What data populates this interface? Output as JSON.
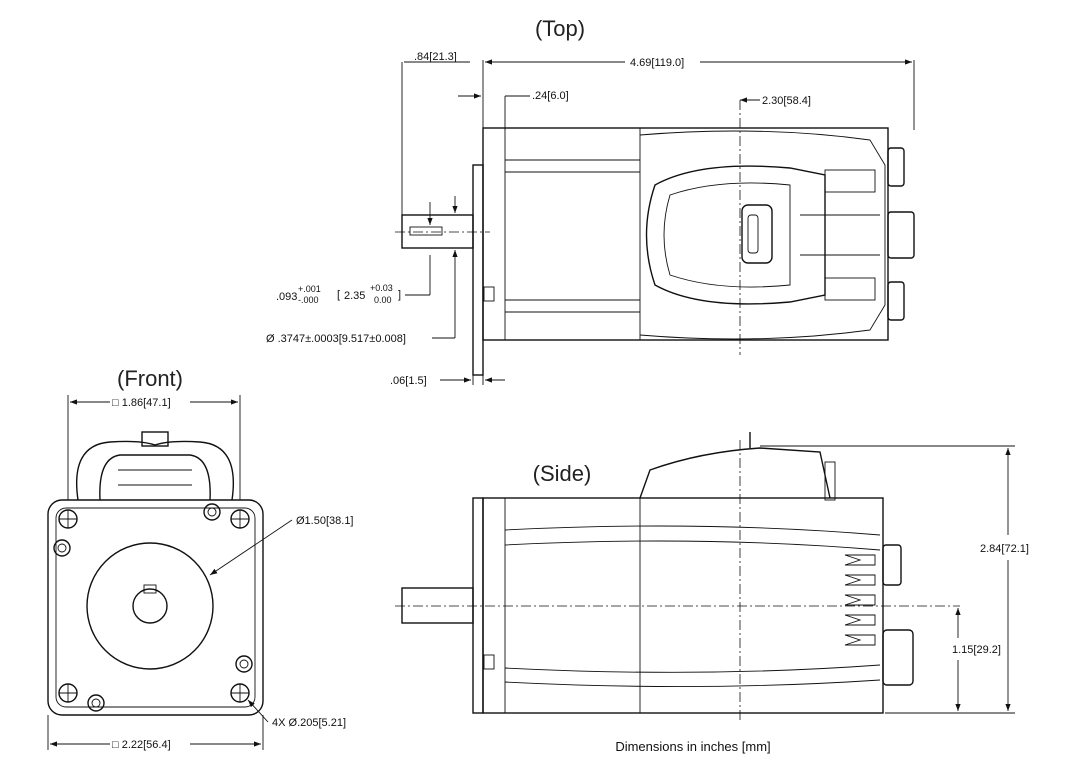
{
  "titles": {
    "top": "(Top)",
    "front": "(Front)",
    "side": "(Side)"
  },
  "dimensions": {
    "top_shaft_length": ".84[21.3]",
    "top_overall_length": "4.69[119.0]",
    "top_flange": ".24[6.0]",
    "top_connector_pos": "2.30[58.4]",
    "key_width_in": ".093",
    "key_width_in_tol_plus": "+.001",
    "key_width_in_tol_minus": "-.000",
    "key_width_mm": "2.35",
    "key_width_mm_tol_plus": "+0.03",
    "key_width_mm_tol_minus": "0.00",
    "shaft_diameter": "Ø .3747±.0003[9.517±0.008]",
    "flange_thickness": ".06[1.5]",
    "front_square": "□ 1.86[47.1]",
    "pilot_diameter": "Ø1.50[38.1]",
    "mount_holes": "4X  Ø.205[5.21]",
    "front_body": "□ 2.22[56.4]",
    "side_height": "2.84[72.1]",
    "side_shaft_height": "1.15[29.2]"
  },
  "footer": "Dimensions in inches [mm]"
}
